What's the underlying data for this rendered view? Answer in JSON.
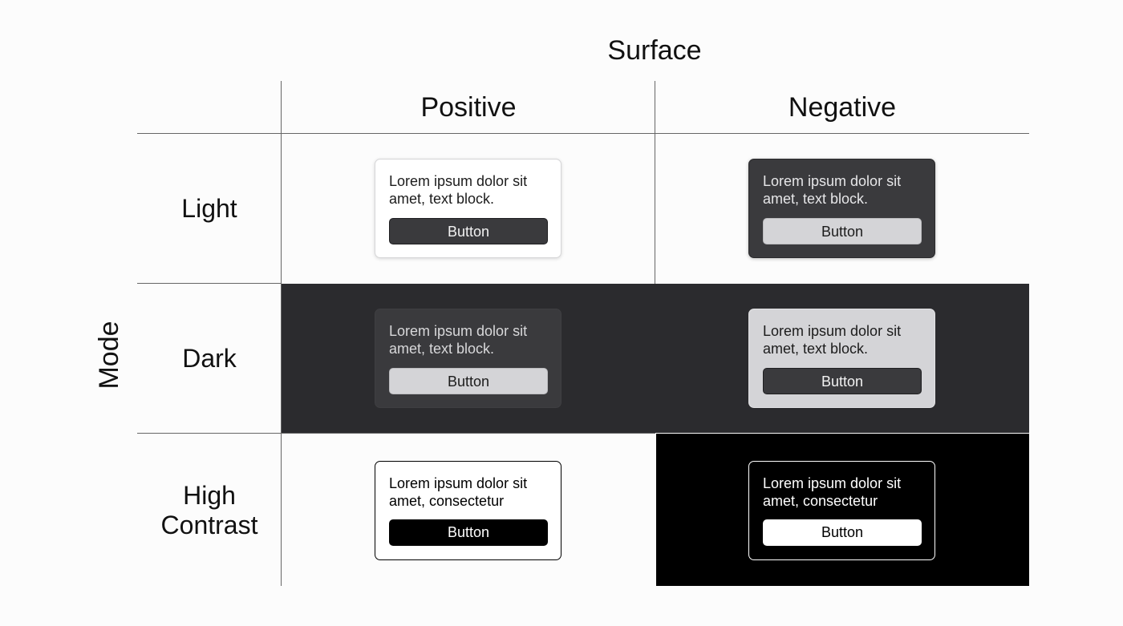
{
  "surface": {
    "title": "Surface",
    "columns": [
      "Positive",
      "Negative"
    ]
  },
  "mode": {
    "title": "Mode",
    "rows": [
      "Light",
      "Dark",
      "High Contrast"
    ]
  },
  "cards": {
    "light_positive": {
      "text": "Lorem ipsum dolor sit amet, text block.",
      "button": "Button"
    },
    "light_negative": {
      "text": "Lorem ipsum dolor sit amet, text block.",
      "button": "Button"
    },
    "dark_positive": {
      "text": "Lorem ipsum dolor sit amet, text block.",
      "button": "Button"
    },
    "dark_negative": {
      "text": "Lorem ipsum dolor sit amet, text block.",
      "button": "Button"
    },
    "hc_positive": {
      "text": "Lorem ipsum dolor sit amet, consectetur",
      "button": "Button"
    },
    "hc_negative": {
      "text": "Lorem ipsum dolor sit amet, consectetur",
      "button": "Button"
    }
  },
  "colors": {
    "light_surface": "#ffffff",
    "dark_surface": "#2b2b2e",
    "high_contrast_negative": "#000000",
    "card_dark": "#3a3a3d",
    "card_light_grey": "#d4d4d7"
  }
}
